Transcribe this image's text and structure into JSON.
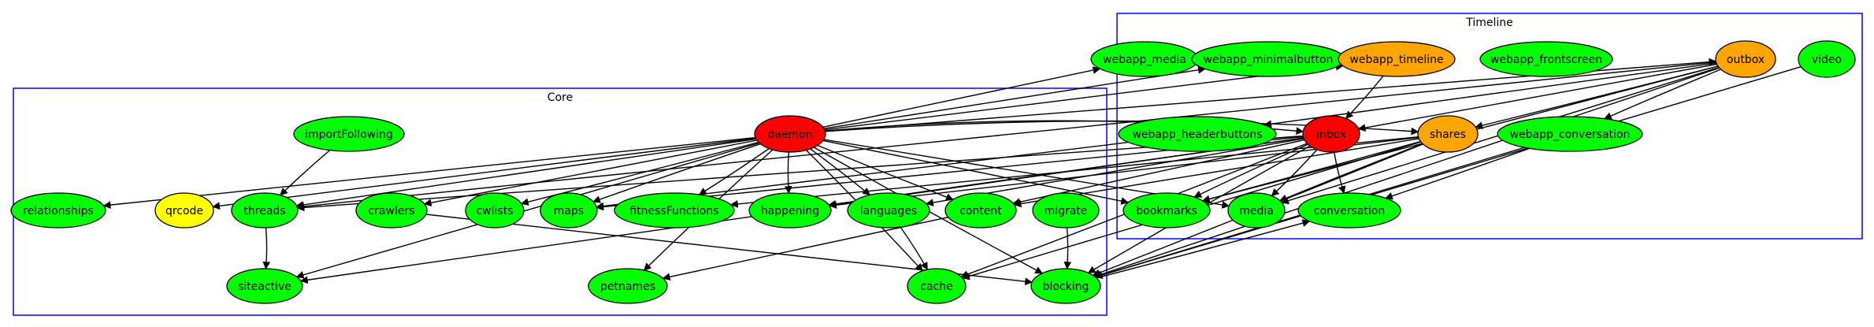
{
  "colors": {
    "green": "#00ff00",
    "red": "#ff0000",
    "orange": "#ffa500",
    "yellow": "#ffff00",
    "cluster_border": "#0000ff"
  },
  "clusters": {
    "core": {
      "label": "Core"
    },
    "timeline": {
      "label": "Timeline"
    }
  },
  "nodes": {
    "webapp_media": {
      "label": "webapp_media",
      "color": "green"
    },
    "webapp_minimalbutton": {
      "label": "webapp_minimalbutton",
      "color": "green"
    },
    "webapp_timeline": {
      "label": "webapp_timeline",
      "color": "orange"
    },
    "webapp_frontscreen": {
      "label": "webapp_frontscreen",
      "color": "green"
    },
    "outbox": {
      "label": "outbox",
      "color": "orange"
    },
    "video": {
      "label": "video",
      "color": "green"
    },
    "webapp_headerbuttons": {
      "label": "webapp_headerbuttons",
      "color": "green"
    },
    "inbox": {
      "label": "inbox",
      "color": "red"
    },
    "shares": {
      "label": "shares",
      "color": "orange"
    },
    "webapp_conversation": {
      "label": "webapp_conversation",
      "color": "green"
    },
    "bookmarks": {
      "label": "bookmarks",
      "color": "green"
    },
    "media": {
      "label": "media",
      "color": "green"
    },
    "conversation": {
      "label": "conversation",
      "color": "green"
    },
    "importFollowing": {
      "label": "importFollowing",
      "color": "green"
    },
    "daemon": {
      "label": "daemon",
      "color": "red"
    },
    "relationships": {
      "label": "relationships",
      "color": "green"
    },
    "qrcode": {
      "label": "qrcode",
      "color": "yellow"
    },
    "threads": {
      "label": "threads",
      "color": "green"
    },
    "crawlers": {
      "label": "crawlers",
      "color": "green"
    },
    "cwlists": {
      "label": "cwlists",
      "color": "green"
    },
    "maps": {
      "label": "maps",
      "color": "green"
    },
    "fitnessFunctions": {
      "label": "fitnessFunctions",
      "color": "green"
    },
    "happening": {
      "label": "happening",
      "color": "green"
    },
    "languages": {
      "label": "languages",
      "color": "green"
    },
    "content": {
      "label": "content",
      "color": "green"
    },
    "migrate": {
      "label": "migrate",
      "color": "green"
    },
    "siteactive": {
      "label": "siteactive",
      "color": "green"
    },
    "petnames": {
      "label": "petnames",
      "color": "green"
    },
    "cache": {
      "label": "cache",
      "color": "green"
    },
    "blocking": {
      "label": "blocking",
      "color": "green"
    }
  },
  "edges": [
    [
      "importFollowing",
      "threads"
    ],
    [
      "daemon",
      "relationships"
    ],
    [
      "daemon",
      "qrcode"
    ],
    [
      "daemon",
      "threads"
    ],
    [
      "daemon",
      "crawlers"
    ],
    [
      "daemon",
      "cwlists"
    ],
    [
      "daemon",
      "maps"
    ],
    [
      "daemon",
      "fitnessFunctions"
    ],
    [
      "daemon",
      "happening"
    ],
    [
      "daemon",
      "languages"
    ],
    [
      "daemon",
      "content"
    ],
    [
      "daemon",
      "bookmarks"
    ],
    [
      "daemon",
      "media"
    ],
    [
      "daemon",
      "siteactive"
    ],
    [
      "daemon",
      "petnames"
    ],
    [
      "daemon",
      "cache"
    ],
    [
      "daemon",
      "blocking"
    ],
    [
      "daemon",
      "webapp_media"
    ],
    [
      "daemon",
      "webapp_minimalbutton"
    ],
    [
      "daemon",
      "webapp_timeline"
    ],
    [
      "daemon",
      "outbox"
    ],
    [
      "daemon",
      "inbox"
    ],
    [
      "daemon",
      "shares"
    ],
    [
      "threads",
      "siteactive"
    ],
    [
      "crawlers",
      "blocking"
    ],
    [
      "languages",
      "cache"
    ],
    [
      "content",
      "petnames"
    ],
    [
      "migrate",
      "blocking"
    ],
    [
      "outbox",
      "threads"
    ],
    [
      "outbox",
      "webapp_headerbuttons"
    ],
    [
      "outbox",
      "webapp_conversation"
    ],
    [
      "outbox",
      "shares"
    ],
    [
      "outbox",
      "inbox"
    ],
    [
      "outbox",
      "media"
    ],
    [
      "outbox",
      "bookmarks"
    ],
    [
      "outbox",
      "blocking"
    ],
    [
      "video",
      "blocking"
    ],
    [
      "webapp_timeline",
      "inbox"
    ],
    [
      "webapp_headerbuttons",
      "maps"
    ],
    [
      "inbox",
      "threads"
    ],
    [
      "inbox",
      "maps"
    ],
    [
      "inbox",
      "happening"
    ],
    [
      "inbox",
      "languages"
    ],
    [
      "inbox",
      "content"
    ],
    [
      "inbox",
      "bookmarks"
    ],
    [
      "inbox",
      "media"
    ],
    [
      "inbox",
      "conversation"
    ],
    [
      "inbox",
      "cache"
    ],
    [
      "inbox",
      "blocking"
    ],
    [
      "inbox",
      "siteactive"
    ],
    [
      "shares",
      "content"
    ],
    [
      "shares",
      "happening"
    ],
    [
      "shares",
      "media"
    ],
    [
      "shares",
      "bookmarks"
    ],
    [
      "shares",
      "cache"
    ],
    [
      "shares",
      "blocking"
    ],
    [
      "shares",
      "fitnessFunctions"
    ],
    [
      "webapp_conversation",
      "conversation"
    ],
    [
      "webapp_conversation",
      "blocking"
    ],
    [
      "blocking",
      "conversation"
    ]
  ]
}
